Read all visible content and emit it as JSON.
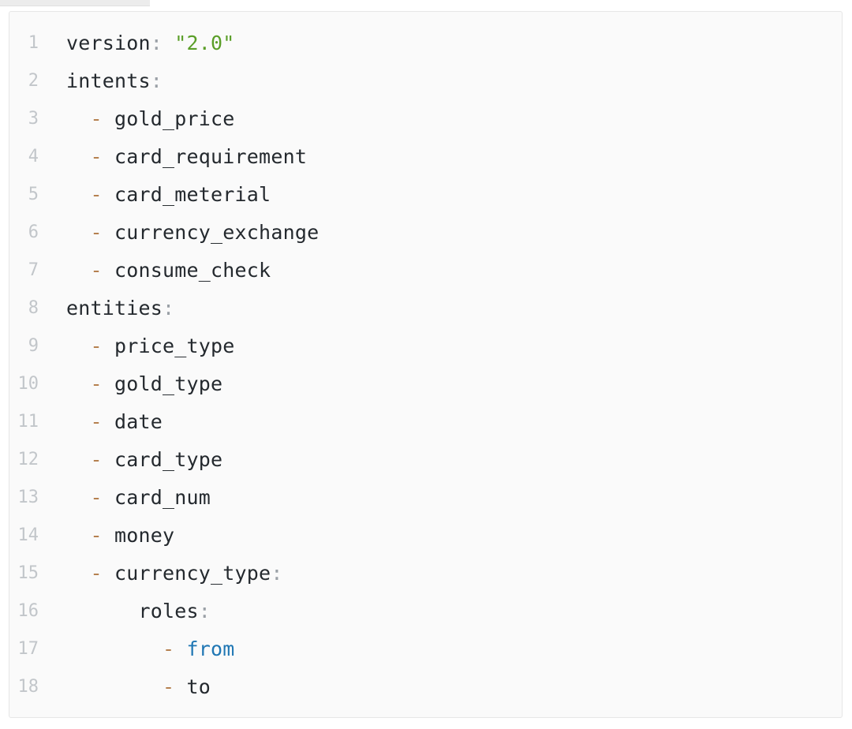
{
  "window": {
    "background_color": "#ffffff",
    "top_strip_color": "#ececec"
  },
  "editor": {
    "name": "yaml-code-block",
    "language": "yaml",
    "background_color": "#fafafa",
    "border_color": "#e6e6e6",
    "gutter_color": "#c2c6ca",
    "total_lines": 18,
    "colors": {
      "key": "#24292e",
      "punctuation": "#9aa0a6",
      "dash": "#b5804f",
      "string": "#5a9e28",
      "keyword": "#2077b4",
      "plain": "#24292e"
    },
    "lines": [
      {
        "n": "1",
        "tokens": [
          {
            "text": "version",
            "type": "t-key"
          },
          {
            "text": ":",
            "type": "t-punct"
          },
          {
            "text": " ",
            "type": "t-space"
          },
          {
            "text": "\"2.0\"",
            "type": "t-string"
          }
        ]
      },
      {
        "n": "2",
        "tokens": [
          {
            "text": "intents",
            "type": "t-key"
          },
          {
            "text": ":",
            "type": "t-punct"
          }
        ]
      },
      {
        "n": "3",
        "tokens": [
          {
            "text": "  ",
            "type": "t-space"
          },
          {
            "text": "-",
            "type": "t-dash"
          },
          {
            "text": " ",
            "type": "t-space"
          },
          {
            "text": "gold_price",
            "type": "t-plain"
          }
        ]
      },
      {
        "n": "4",
        "tokens": [
          {
            "text": "  ",
            "type": "t-space"
          },
          {
            "text": "-",
            "type": "t-dash"
          },
          {
            "text": " ",
            "type": "t-space"
          },
          {
            "text": "card_requirement",
            "type": "t-plain"
          }
        ]
      },
      {
        "n": "5",
        "tokens": [
          {
            "text": "  ",
            "type": "t-space"
          },
          {
            "text": "-",
            "type": "t-dash"
          },
          {
            "text": " ",
            "type": "t-space"
          },
          {
            "text": "card_meterial",
            "type": "t-plain"
          }
        ]
      },
      {
        "n": "6",
        "tokens": [
          {
            "text": "  ",
            "type": "t-space"
          },
          {
            "text": "-",
            "type": "t-dash"
          },
          {
            "text": " ",
            "type": "t-space"
          },
          {
            "text": "currency_exchange",
            "type": "t-plain"
          }
        ]
      },
      {
        "n": "7",
        "tokens": [
          {
            "text": "  ",
            "type": "t-space"
          },
          {
            "text": "-",
            "type": "t-dash"
          },
          {
            "text": " ",
            "type": "t-space"
          },
          {
            "text": "consume_check",
            "type": "t-plain"
          }
        ]
      },
      {
        "n": "8",
        "tokens": [
          {
            "text": "entities",
            "type": "t-key"
          },
          {
            "text": ":",
            "type": "t-punct"
          }
        ]
      },
      {
        "n": "9",
        "tokens": [
          {
            "text": "  ",
            "type": "t-space"
          },
          {
            "text": "-",
            "type": "t-dash"
          },
          {
            "text": " ",
            "type": "t-space"
          },
          {
            "text": "price_type",
            "type": "t-plain"
          }
        ]
      },
      {
        "n": "10",
        "tokens": [
          {
            "text": "  ",
            "type": "t-space"
          },
          {
            "text": "-",
            "type": "t-dash"
          },
          {
            "text": " ",
            "type": "t-space"
          },
          {
            "text": "gold_type",
            "type": "t-plain"
          }
        ]
      },
      {
        "n": "11",
        "tokens": [
          {
            "text": "  ",
            "type": "t-space"
          },
          {
            "text": "-",
            "type": "t-dash"
          },
          {
            "text": " ",
            "type": "t-space"
          },
          {
            "text": "date",
            "type": "t-plain"
          }
        ]
      },
      {
        "n": "12",
        "tokens": [
          {
            "text": "  ",
            "type": "t-space"
          },
          {
            "text": "-",
            "type": "t-dash"
          },
          {
            "text": " ",
            "type": "t-space"
          },
          {
            "text": "card_type",
            "type": "t-plain"
          }
        ]
      },
      {
        "n": "13",
        "tokens": [
          {
            "text": "  ",
            "type": "t-space"
          },
          {
            "text": "-",
            "type": "t-dash"
          },
          {
            "text": " ",
            "type": "t-space"
          },
          {
            "text": "card_num",
            "type": "t-plain"
          }
        ]
      },
      {
        "n": "14",
        "tokens": [
          {
            "text": "  ",
            "type": "t-space"
          },
          {
            "text": "-",
            "type": "t-dash"
          },
          {
            "text": " ",
            "type": "t-space"
          },
          {
            "text": "money",
            "type": "t-plain"
          }
        ]
      },
      {
        "n": "15",
        "tokens": [
          {
            "text": "  ",
            "type": "t-space"
          },
          {
            "text": "-",
            "type": "t-dash"
          },
          {
            "text": " ",
            "type": "t-space"
          },
          {
            "text": "currency_type",
            "type": "t-key"
          },
          {
            "text": ":",
            "type": "t-punct"
          }
        ]
      },
      {
        "n": "16",
        "tokens": [
          {
            "text": "      ",
            "type": "t-space"
          },
          {
            "text": "roles",
            "type": "t-key"
          },
          {
            "text": ":",
            "type": "t-punct"
          }
        ]
      },
      {
        "n": "17",
        "tokens": [
          {
            "text": "        ",
            "type": "t-space"
          },
          {
            "text": "-",
            "type": "t-dash"
          },
          {
            "text": " ",
            "type": "t-space"
          },
          {
            "text": "from",
            "type": "t-keyword"
          }
        ]
      },
      {
        "n": "18",
        "tokens": [
          {
            "text": "        ",
            "type": "t-space"
          },
          {
            "text": "-",
            "type": "t-dash"
          },
          {
            "text": " ",
            "type": "t-space"
          },
          {
            "text": "to",
            "type": "t-plain"
          }
        ]
      }
    ]
  }
}
